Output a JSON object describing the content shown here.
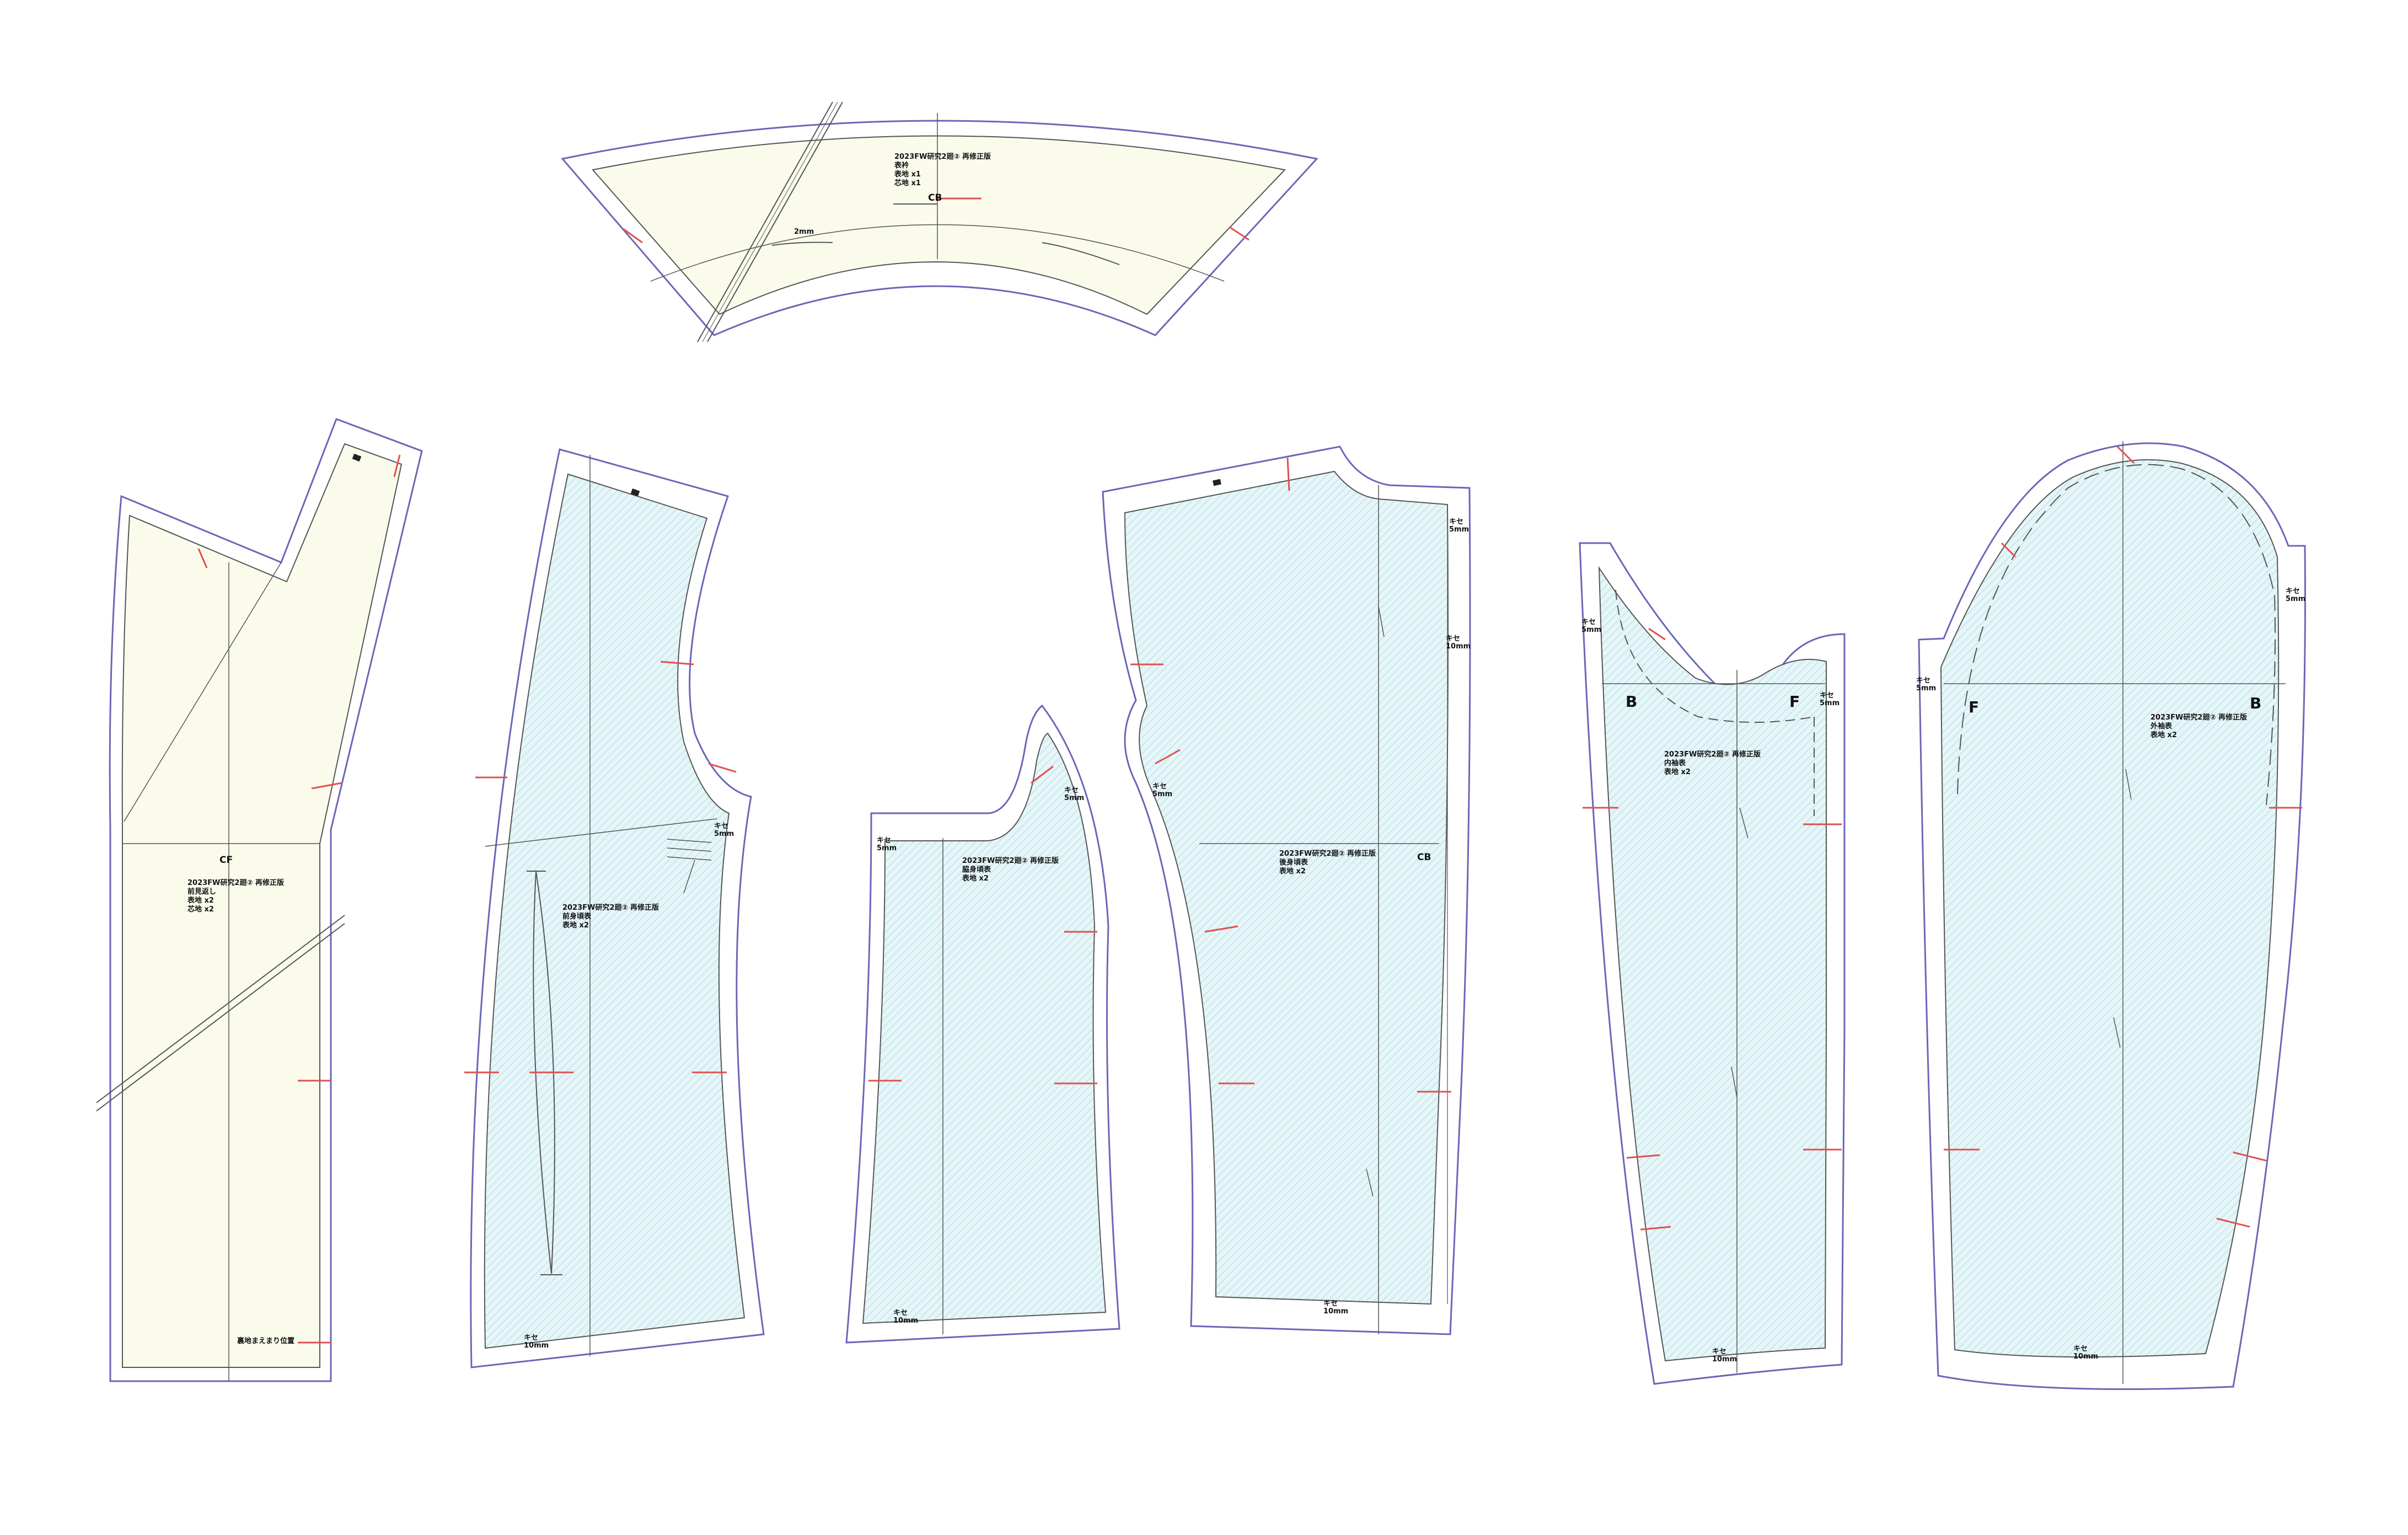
{
  "colors": {
    "outer_line": "#6b66b8",
    "inner_line": "#555555",
    "ivory_fill": "#fbfbec",
    "mint_fill": "#e6f6f8",
    "hatch": "#bfe1ea",
    "notch": "#e05050"
  },
  "collar": {
    "title": "2023FW研究2廻② 再修正版",
    "name": "表衿",
    "qty1": "表地 x1",
    "qty2": "芯地 x1",
    "center": "CB",
    "mark": "2mm"
  },
  "front": {
    "title": "2023FW研究2廻② 再修正版",
    "name": "前見返し",
    "qty1": "表地 x2",
    "qty2": "芯地 x2",
    "center": "CF",
    "note": "裏地まえまり位置"
  },
  "front_body": {
    "title": "2023FW研究2廻② 再修正版",
    "name": "前身頃表",
    "qty1": "表地 x2",
    "sa_side": "キセ\n5mm",
    "sa_hem": "キセ\n10mm"
  },
  "side_body": {
    "title": "2023FW研究2廻② 再修正版",
    "name": "脇身頃表",
    "qty1": "表地 x2",
    "sa_top_r": "キセ\n5mm",
    "sa_top_l": "キセ\n5mm",
    "sa_hem": "キセ\n10mm"
  },
  "back_body": {
    "title": "2023FW研究2廻② 再修正版",
    "name": "後身頃表",
    "qty1": "表地 x2",
    "center": "CB",
    "sa_r1": "キセ\n5mm",
    "sa_r2": "キセ\n10mm",
    "sa_l": "キセ\n5mm",
    "sa_hem": "キセ\n10mm"
  },
  "under_sleeve": {
    "title": "2023FW研究2廻② 再修正版",
    "name": "内袖表",
    "qty1": "表地 x2",
    "mark_b": "B",
    "mark_f": "F",
    "sa_l": "キセ\n5mm",
    "sa_r": "キセ\n5mm",
    "sa_hem": "キセ\n10mm"
  },
  "top_sleeve": {
    "title": "2023FW研究2廻② 再修正版",
    "name": "外袖表",
    "qty1": "表地 x2",
    "mark_f": "F",
    "mark_b": "B",
    "sa_l": "キセ\n5mm",
    "sa_r": "キセ\n5mm",
    "sa_hem": "キセ\n10mm"
  }
}
